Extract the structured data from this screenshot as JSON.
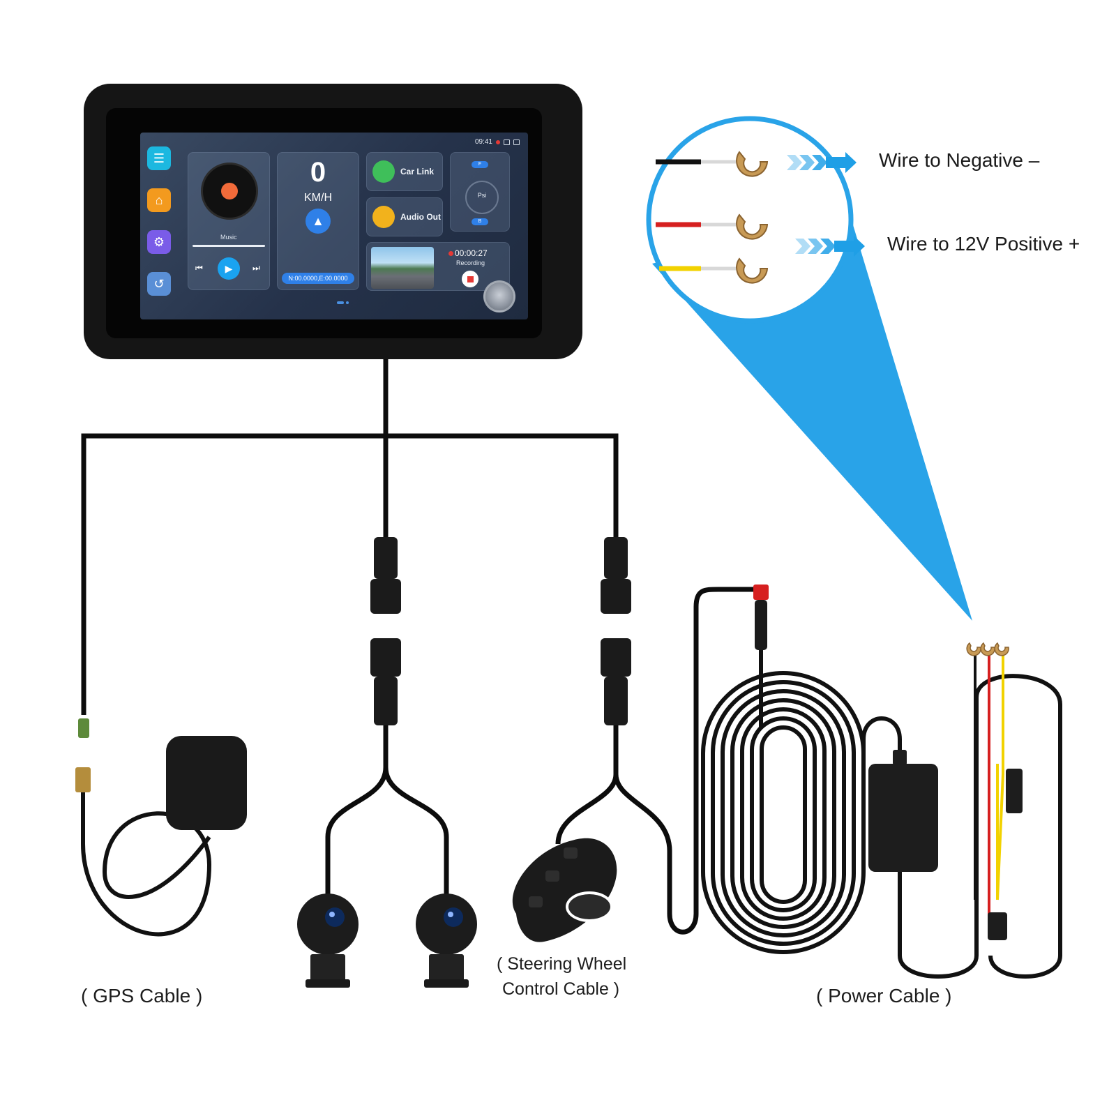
{
  "screen": {
    "status_time": "09:41",
    "sidebar_icons": [
      "menu-icon",
      "home-icon",
      "settings-icon",
      "back-icon"
    ],
    "music": {
      "label": "Music"
    },
    "speed": {
      "value": "0",
      "unit": "KM/H",
      "coordinates": "N:00.0000,E:00.0000"
    },
    "apps": [
      {
        "label": "Car Link",
        "icon": "car-link-icon"
      },
      {
        "label": "Audio Out",
        "icon": "audio-out-icon"
      }
    ],
    "tire": {
      "front": "F",
      "rear": "B",
      "unit": "Psi"
    },
    "recording": {
      "time": "00:00:27",
      "label": "Recording"
    }
  },
  "wires": {
    "negative": "Wire to Negative –",
    "positive": "Wire to 12V Positive +"
  },
  "labels": {
    "gps": "( GPS Cable )",
    "steering_line1": "( Steering Wheel",
    "steering_line2": "Control Cable )",
    "power": "( Power Cable )"
  },
  "colors": {
    "callout_blue": "#29a3e8",
    "arrow_blue": "#1f9fe6",
    "wire_black": "#111111",
    "wire_red": "#d62020",
    "wire_yellow": "#f2d200",
    "terminal_gold": "#c89a55"
  }
}
